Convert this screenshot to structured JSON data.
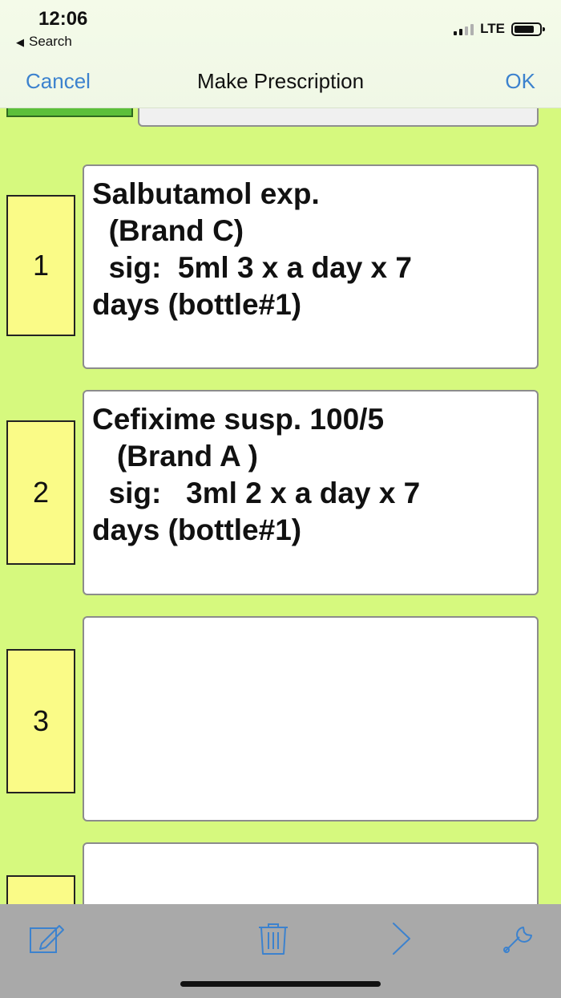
{
  "status_bar": {
    "time": "12:06",
    "back_label": "Search",
    "network": "LTE"
  },
  "nav": {
    "cancel": "Cancel",
    "title": "Make Prescription",
    "ok": "OK"
  },
  "prescriptions": [
    {
      "number": "1",
      "text": "Salbutamol exp.\n  (Brand C)\n  sig:  5ml 3 x a day x 7\ndays (bottle#1)"
    },
    {
      "number": "2",
      "text": "Cefixime susp. 100/5\n   (Brand A )\n  sig:   3ml 2 x a day x 7\ndays (bottle#1)"
    },
    {
      "number": "3",
      "text": ""
    },
    {
      "number": "",
      "text": ""
    }
  ],
  "toolbar": {
    "icons": [
      "compose-icon",
      "trash-icon",
      "chevron-right-icon",
      "wrench-icon"
    ]
  },
  "colors": {
    "background": "#d6f97e",
    "number_box": "#fafb87",
    "accent": "#3c82ce",
    "toolbar": "#a9a9a9"
  }
}
